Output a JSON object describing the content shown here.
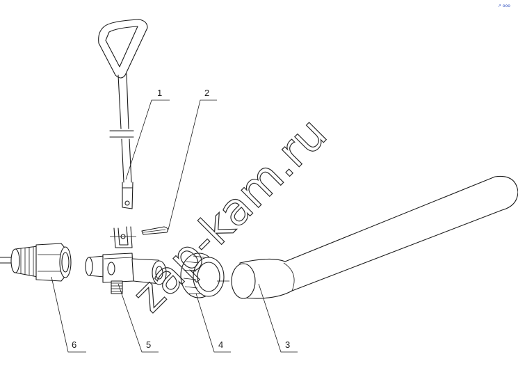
{
  "callouts": {
    "c1": "1",
    "c2": "2",
    "c3": "3",
    "c4": "4",
    "c5": "5",
    "c6": "6"
  },
  "watermark": "zap-kam.ru",
  "corner_mark": "↗ ooo",
  "colors": {
    "line": "#1a1a1a",
    "background": "#ffffff",
    "corner_mark": "#3050c0"
  }
}
